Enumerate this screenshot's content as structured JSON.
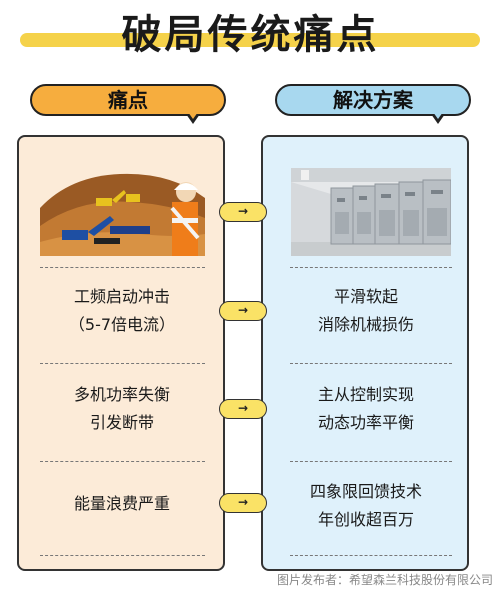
{
  "title": "破局传统痛点",
  "headers": {
    "pain": "痛点",
    "solution": "解决方案"
  },
  "arrow_glyph": "→",
  "rows": [
    {
      "pain": [
        "工频启动冲击",
        "（5-7倍电流）"
      ],
      "solution": [
        "平滑软起",
        "消除机械损伤"
      ]
    },
    {
      "pain": [
        "多机功率失衡",
        "引发断带"
      ],
      "solution": [
        "主从控制实现",
        "动态功率平衡"
      ]
    },
    {
      "pain": [
        "能量浪费严重"
      ],
      "solution": [
        "四象限回馈技术",
        "年创收超百万"
      ]
    }
  ],
  "footer": "图片发布者：希望森兰科技股份有限公司",
  "colors": {
    "accent_yellow": "#f5d24a",
    "pain_header": "#f6ad3e",
    "solution_header": "#a8d8ef",
    "pain_panel": "#fcebd8",
    "solution_panel": "#dff1fb"
  }
}
